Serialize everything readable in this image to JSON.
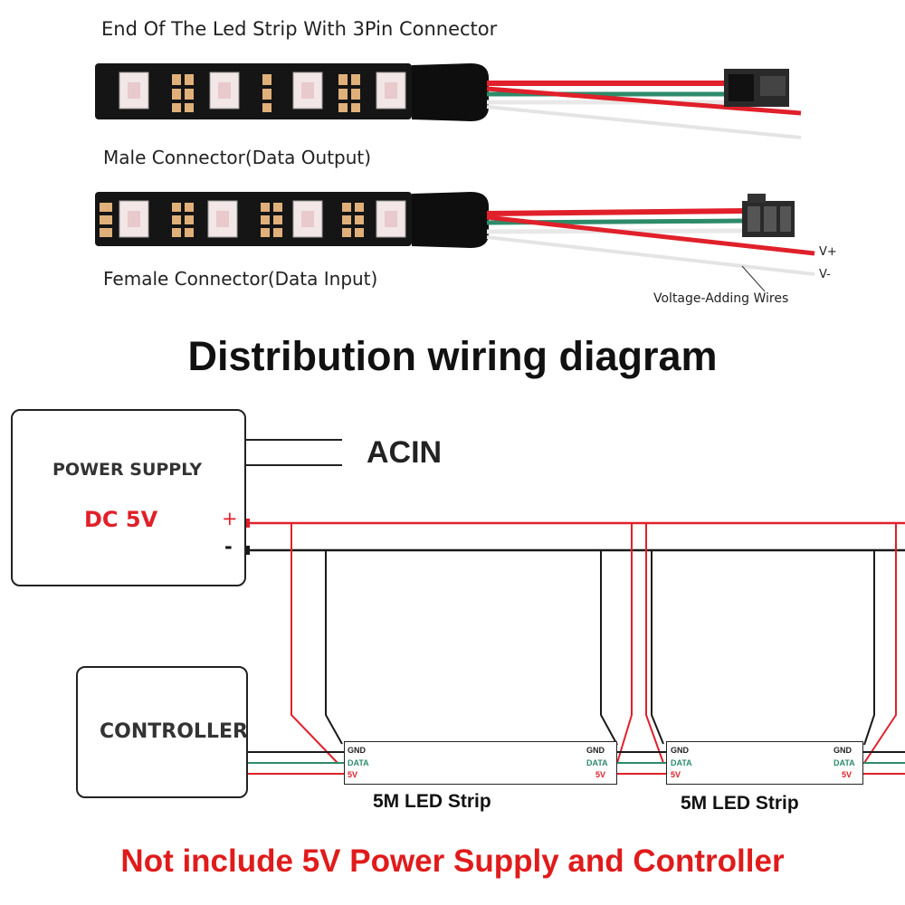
{
  "top": {
    "caption_end": "End Of The Led Strip With 3Pin Connector",
    "caption_male": "Male Connector(Data Output)",
    "caption_female": "Female Connector(Data Input)",
    "label_vplus": "V+",
    "label_vminus": "V-",
    "label_voltage_wires": "Voltage-Adding Wires"
  },
  "heading": "Distribution wiring diagram",
  "power_supply": {
    "label": "POWER SUPPLY",
    "voltage": "DC 5V",
    "plus": "+",
    "minus": "-",
    "acin": "ACIN"
  },
  "controller": {
    "label": "CONTROLLER"
  },
  "strips": [
    {
      "label": "5M LED Strip",
      "pins": [
        "GND",
        "DATA",
        "5V"
      ]
    },
    {
      "label": "5M LED Strip",
      "pins": [
        "GND",
        "DATA",
        "5V"
      ]
    }
  ],
  "footer": "Not include 5V Power Supply and Controller",
  "colors": {
    "wire_red": "#e0202a",
    "wire_green": "#2e8b6a",
    "wire_black": "#1a1a1a",
    "footer_red": "#e01b1b",
    "strip_pcb": "#151515"
  }
}
